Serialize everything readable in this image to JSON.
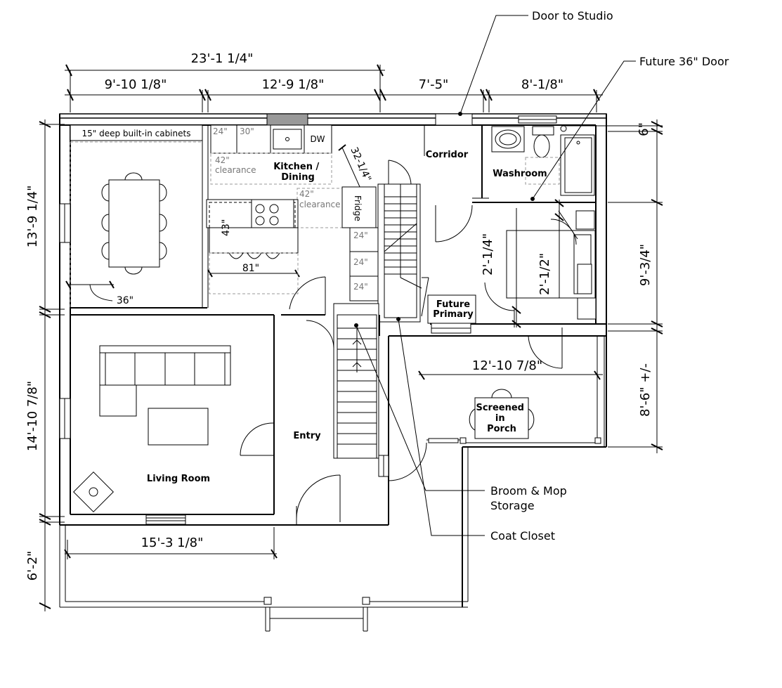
{
  "dimensions": {
    "overall_width": "23'-1 1/4\"",
    "seg_1": "9'-10 1/8\"",
    "seg_2": "12'-9 1/8\"",
    "seg_3": "7'-5\"",
    "seg_4": "8'-1/8\"",
    "left_upper": "13'-9 1/4\"",
    "left_lower": "14'-10 7/8\"",
    "left_porch": "6'-2\"",
    "right_top": "6\"",
    "right_mid": "9'-3/4\"",
    "right_low": "8'-6\" +/-",
    "porch_width": "15'-3 1/8\"",
    "screened_width": "12'-10 7/8\"",
    "stair_angle": "32-1/4\"",
    "island_depth": "43\"",
    "island_width": "81\"",
    "built_in_depth": "36\"",
    "primary_a": "2'-1/4\"",
    "primary_b": "2'-1/2\""
  },
  "rooms": {
    "kitchen": "Kitchen / Dining",
    "corridor": "Corridor",
    "washroom": "Washroom",
    "future_primary": "Future Primary",
    "entry": "Entry",
    "living_room": "Living Room",
    "screened_porch": "Screened in Porch"
  },
  "fixtures": {
    "built_in_cabinets": "15\" deep built-in cabinets",
    "cab_24": "24\"",
    "cab_30": "30\"",
    "dw": "DW",
    "clearance_1": "42\" clearance",
    "clearance_2": "42\" clearance",
    "fridge": "Fridge",
    "pantry_1": "24\"",
    "pantry_2": "24\"",
    "pantry_3": "24\""
  },
  "callouts": {
    "door_to_studio": "Door to Studio",
    "future_door": "Future 36\" Door",
    "broom_mop": "Broom & Mop Storage",
    "coat_closet": "Coat Closet"
  }
}
